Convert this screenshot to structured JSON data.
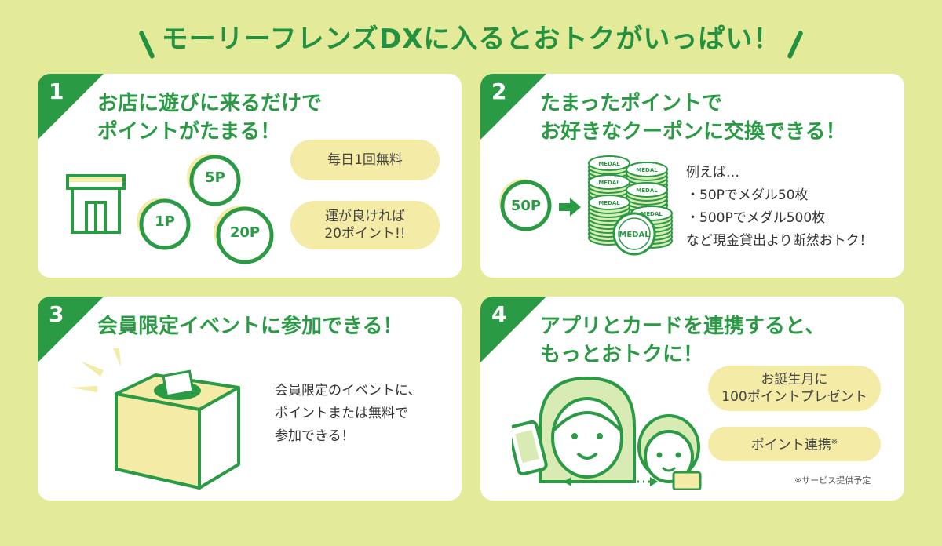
{
  "header": {
    "title": "モーリーフレンズDXに入るとおトクがいっぱい！"
  },
  "cards": [
    {
      "num": "1",
      "title_l1": "お店に遊びに来るだけで",
      "title_l2": "ポイントがたまる！",
      "coins": [
        "5P",
        "1P",
        "20P"
      ],
      "pill1": "毎日1回無料",
      "pill2_l1": "運が良ければ",
      "pill2_l2": "20ポイント!!"
    },
    {
      "num": "2",
      "title_l1": "たまったポイントで",
      "title_l2": "お好きなクーポンに交換できる！",
      "coin": "50P",
      "medal_label": "MEDAL",
      "lines": [
        "例えば…",
        "・50Pでメダル50枚",
        "・500Pでメダル500枚",
        "など現金貸出より断然おトク！"
      ]
    },
    {
      "num": "3",
      "title_l1": "会員限定イベントに参加できる！",
      "lines": [
        "会員限定のイベントに、",
        "ポイントまたは無料で",
        "参加できる！"
      ]
    },
    {
      "num": "4",
      "title_l1": "アプリとカードを連携すると、",
      "title_l2": "もっとおトクに！",
      "pill1_l1": "お誕生月に",
      "pill1_l2": "100ポイントプレゼント",
      "pill2": "ポイント連携",
      "pill2_mark": "※",
      "note": "※サービス提供予定"
    }
  ],
  "colors": {
    "green": "#2a9a45",
    "background": "#e3eb9a",
    "pill": "#f4eba6"
  }
}
